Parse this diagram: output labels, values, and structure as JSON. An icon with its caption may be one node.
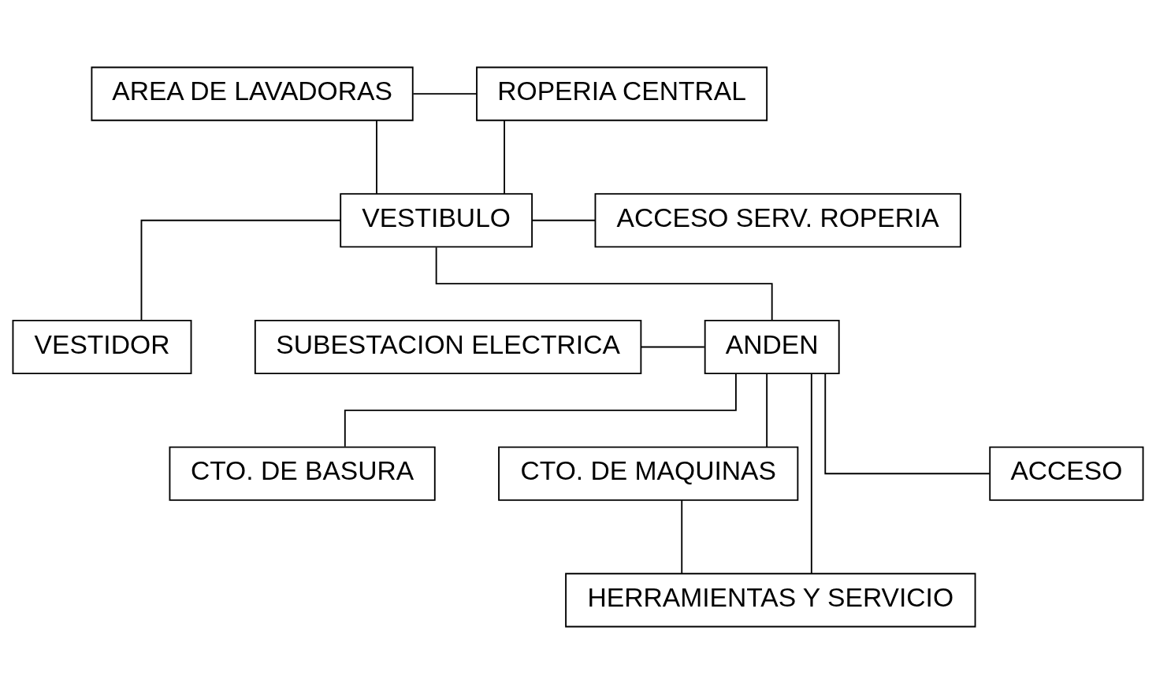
{
  "diagram": {
    "nodes": [
      {
        "text": [
          "AREA DE LAVADORAS"
        ]
      },
      {
        "text": [
          "ROPERIA CENTRAL"
        ]
      },
      {
        "text": [
          "VESTIDOR"
        ]
      },
      {
        "text": [
          "VESTIBULO"
        ]
      },
      {
        "text": [
          "ACCESO SERV. ROPERIA"
        ]
      },
      {
        "text": [
          "SUBESTACION ELECTRICA"
        ]
      },
      {
        "text": [
          "CTO. DE BASURA"
        ]
      },
      {
        "text": [
          "ANDEN"
        ]
      },
      {
        "text": [
          "CTO. DE MAQUINAS"
        ]
      },
      {
        "text": [
          "HERRAMIENTAS Y SERVICIO"
        ]
      },
      {
        "text": [
          "ACCESO"
        ]
      }
    ],
    "edges": [
      {
        "from": 0,
        "to": 1,
        "arrow": "none"
      },
      {
        "from": 0,
        "to": 3,
        "arrow": "none"
      },
      {
        "from": 1,
        "to": 3,
        "arrow": "none"
      },
      {
        "from": 3,
        "to": 2,
        "arrow": "none"
      },
      {
        "from": 3,
        "to": 4,
        "arrow": "none"
      },
      {
        "from": 3,
        "to": 7,
        "arrow": "none"
      },
      {
        "from": 5,
        "to": 7,
        "arrow": "none"
      },
      {
        "from": 7,
        "to": 6,
        "arrow": "none"
      },
      {
        "from": 7,
        "to": 8,
        "arrow": "none"
      },
      {
        "from": 8,
        "to": 9,
        "arrow": "none"
      },
      {
        "from": 7,
        "to": 9,
        "arrow": "none"
      },
      {
        "from": 7,
        "to": 10,
        "arrow": "none"
      }
    ]
  }
}
